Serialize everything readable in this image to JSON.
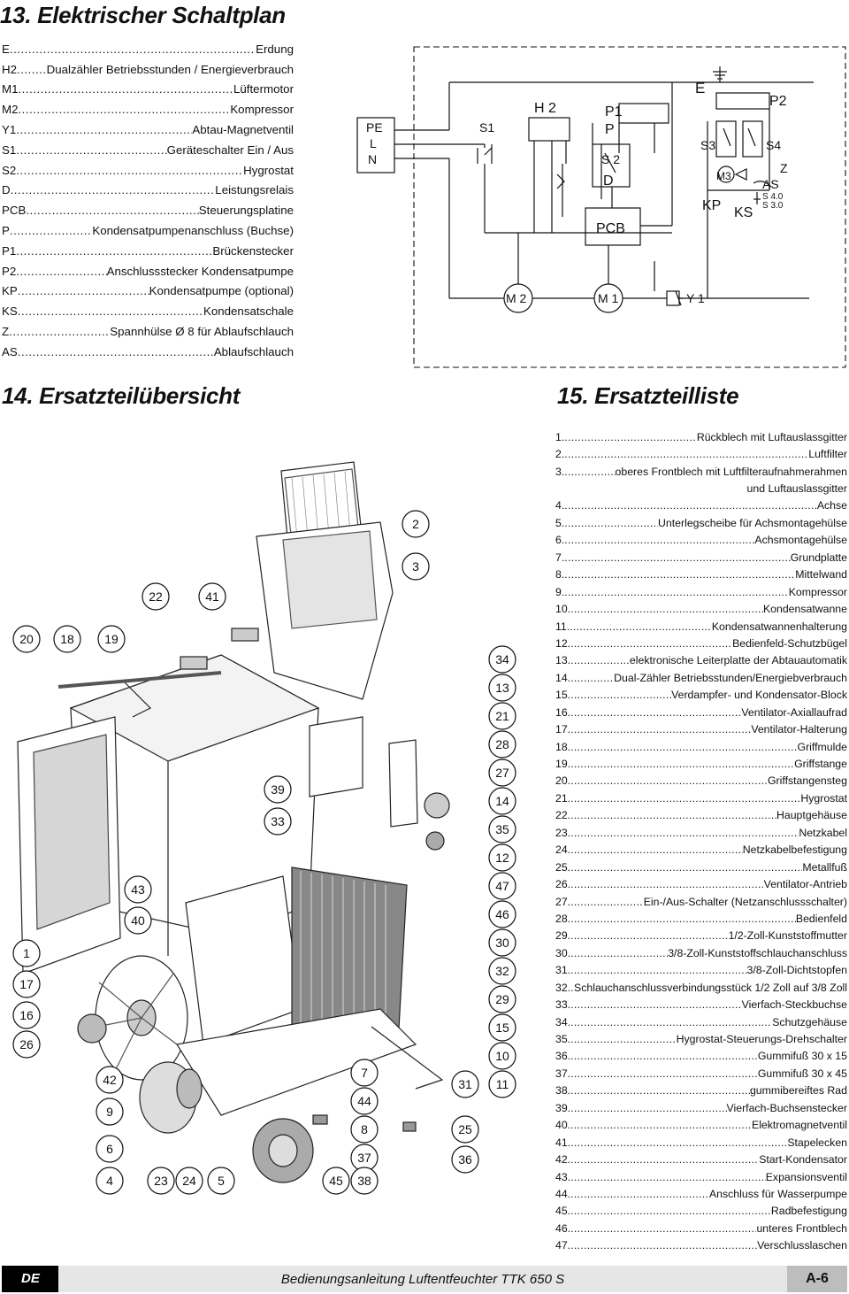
{
  "headings": {
    "schaltplan": "13. Elektrischer Schaltplan",
    "uebersicht": "14. Ersatzteilübersicht",
    "liste": "15. Ersatzteilliste"
  },
  "legend": [
    {
      "code": "E",
      "text": "Erdung"
    },
    {
      "code": "H2",
      "text": "Dualzähler Betriebsstunden / Energieverbrauch"
    },
    {
      "code": "M1",
      "text": "Lüftermotor"
    },
    {
      "code": "M2",
      "text": "Kompressor"
    },
    {
      "code": "Y1",
      "text": "Abtau-Magnetventil"
    },
    {
      "code": "S1",
      "text": "Geräteschalter Ein / Aus"
    },
    {
      "code": "S2",
      "text": "Hygrostat"
    },
    {
      "code": "D",
      "text": "Leistungsrelais"
    },
    {
      "code": "PCB",
      "text": "Steuerungsplatine"
    },
    {
      "code": "P",
      "text": "Kondensatpumpenanschluss (Buchse)"
    },
    {
      "code": "P1",
      "text": "Brückenstecker"
    },
    {
      "code": "P2",
      "text": "Anschlussstecker Kondensatpumpe"
    },
    {
      "code": "KP",
      "text": "Kondensatpumpe (optional)"
    },
    {
      "code": "KS",
      "text": "Kondensatschale"
    },
    {
      "code": "Z",
      "text": "Spannhülse Ø 8 für Ablaufschlauch"
    },
    {
      "code": "AS",
      "text": "Ablaufschlauch"
    }
  ],
  "schematic": {
    "supply": [
      "PE",
      "L",
      "N"
    ],
    "labels": {
      "s1": "S1",
      "h2": "H 2",
      "p1": "P1",
      "p": "P",
      "s2": "S 2",
      "d": "D",
      "pcb": "PCB",
      "e": "E",
      "p2": "P2",
      "s3": "S3",
      "s4": "S4",
      "m3": "M3",
      "z": "Z",
      "as": "AS",
      "s40": "S 4.0",
      "s30": "S 3.0",
      "kp": "KP",
      "ks": "KS",
      "m2": "M 2",
      "m1": "M 1",
      "y1": "Y 1"
    }
  },
  "callouts_left": [
    "20",
    "18",
    "19",
    "22",
    "41",
    "1",
    "17",
    "16",
    "26",
    "43",
    "40",
    "42",
    "9",
    "6",
    "4",
    "23",
    "24",
    "5",
    "39",
    "33",
    "2",
    "3"
  ],
  "callouts_right": [
    "34",
    "13",
    "21",
    "28",
    "27",
    "14",
    "35",
    "12",
    "47",
    "46",
    "30",
    "32",
    "29",
    "15",
    "10",
    "11",
    "31",
    "7",
    "44",
    "8",
    "37",
    "45",
    "38",
    "25",
    "36"
  ],
  "parts": [
    {
      "num": "1.",
      "text": "Rückblech mit Luftauslassgitter"
    },
    {
      "num": "2.",
      "text": "Luftfilter"
    },
    {
      "num": "3.",
      "text": "oberes Frontblech mit Luftfilteraufnahmerahmen"
    },
    {
      "num": "",
      "text": "und Luftauslassgitter"
    },
    {
      "num": "4.",
      "text": "Achse"
    },
    {
      "num": "5.",
      "text": "Unterlegscheibe für Achsmontagehülse"
    },
    {
      "num": "6.",
      "text": "Achsmontagehülse"
    },
    {
      "num": "7.",
      "text": "Grundplatte"
    },
    {
      "num": "8.",
      "text": "Mittelwand"
    },
    {
      "num": "9.",
      "text": "Kompressor"
    },
    {
      "num": "10.",
      "text": "Kondensatwanne"
    },
    {
      "num": "11.",
      "text": "Kondensatwannenhalterung"
    },
    {
      "num": "12.",
      "text": "Bedienfeld-Schutzbügel"
    },
    {
      "num": "13.",
      "text": "elektronische Leiterplatte der Abtauautomatik"
    },
    {
      "num": "14.",
      "text": "Dual-Zähler Betriebsstunden/Energiebverbrauch"
    },
    {
      "num": "15.",
      "text": "Verdampfer- und Kondensator-Block"
    },
    {
      "num": "16.",
      "text": "Ventilator-Axiallaufrad"
    },
    {
      "num": "17.",
      "text": "Ventilator-Halterung"
    },
    {
      "num": "18.",
      "text": "Griffmulde"
    },
    {
      "num": "19.",
      "text": "Griffstange"
    },
    {
      "num": "20.",
      "text": "Griffstangensteg"
    },
    {
      "num": "21.",
      "text": "Hygrostat"
    },
    {
      "num": "22.",
      "text": "Hauptgehäuse"
    },
    {
      "num": "23.",
      "text": "Netzkabel"
    },
    {
      "num": "24.",
      "text": "Netzkabelbefestigung"
    },
    {
      "num": "25.",
      "text": "Metallfuß"
    },
    {
      "num": "26.",
      "text": "Ventilator-Antrieb"
    },
    {
      "num": "27.",
      "text": "Ein-/Aus-Schalter (Netzanschlussschalter)"
    },
    {
      "num": "28.",
      "text": "Bedienfeld"
    },
    {
      "num": "29.",
      "text": "1/2-Zoll-Kunststoffmutter"
    },
    {
      "num": "30.",
      "text": "3/8-Zoll-Kunststoffschlauchanschluss"
    },
    {
      "num": "31.",
      "text": "3/8-Zoll-Dichtstopfen"
    },
    {
      "num": "32.",
      "text": "Schlauchanschlussverbindungsstück 1/2 Zoll auf 3/8 Zoll"
    },
    {
      "num": "33.",
      "text": "Vierfach-Steckbuchse"
    },
    {
      "num": "34.",
      "text": "Schutzgehäuse"
    },
    {
      "num": "35.",
      "text": "Hygrostat-Steuerungs-Drehschalter"
    },
    {
      "num": "36.",
      "text": "Gummifuß 30 x 15"
    },
    {
      "num": "37.",
      "text": "Gummifuß 30 x 45"
    },
    {
      "num": "38.",
      "text": "gummibereiftes Rad"
    },
    {
      "num": "39.",
      "text": "Vierfach-Buchsenstecker"
    },
    {
      "num": "40.",
      "text": "Elektromagnetventil"
    },
    {
      "num": "41.",
      "text": "Stapelecken"
    },
    {
      "num": "42.",
      "text": "Start-Kondensator"
    },
    {
      "num": "43.",
      "text": "Expansionsventil"
    },
    {
      "num": "44.",
      "text": "Anschluss für Wasserpumpe"
    },
    {
      "num": "45.",
      "text": "Radbefestigung"
    },
    {
      "num": "46.",
      "text": "unteres Frontblech"
    },
    {
      "num": "47.",
      "text": "Verschlusslaschen"
    }
  ],
  "footer": {
    "lang": "DE",
    "title": "Bedienungsanleitung Luftentfeuchter TTK 650 S",
    "page": "A-6"
  }
}
